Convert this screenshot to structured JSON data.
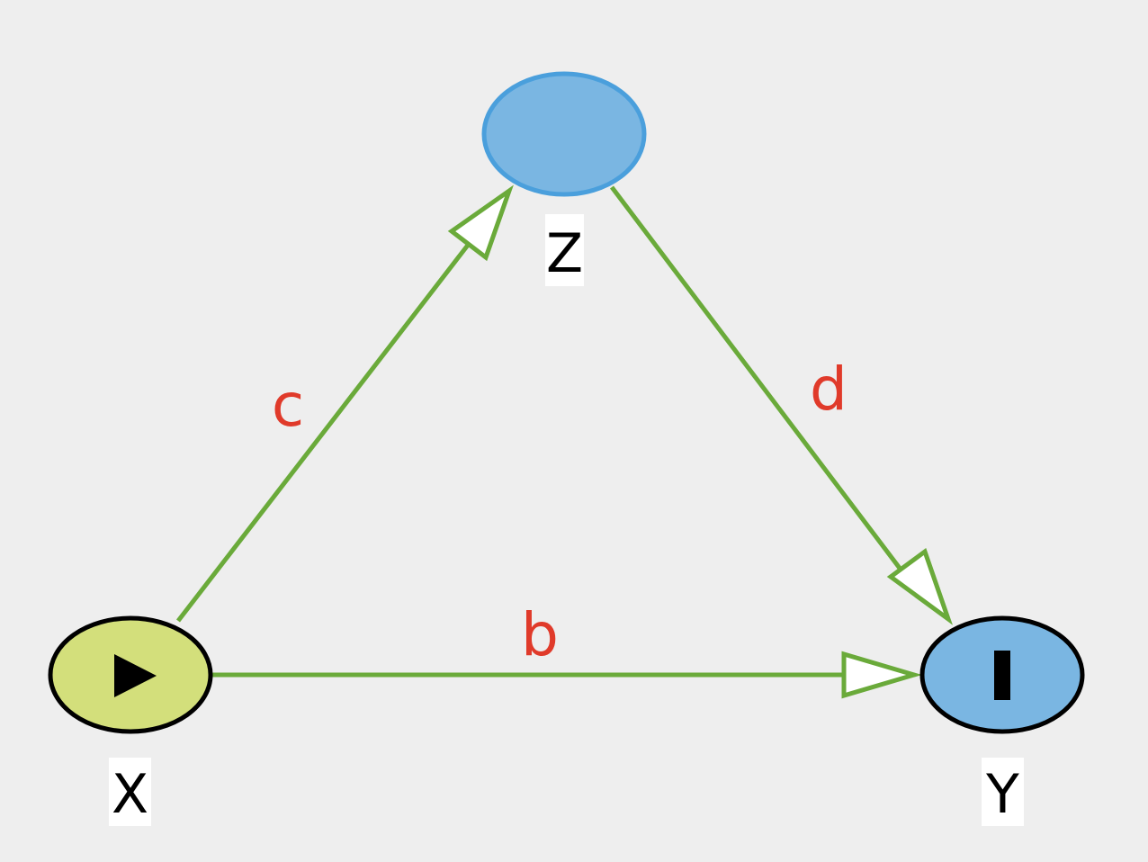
{
  "colors": {
    "background": "#eeeeee",
    "edge": "#6aaa3a",
    "edge_label": "#e03a2a",
    "exposure_fill": "#d3df7b",
    "exposure_stroke": "#000000",
    "outcome_fill": "#7ab6e2",
    "outcome_stroke": "#000000",
    "other_fill": "#7ab6e2",
    "other_stroke": "#4a9fdc",
    "label_bg": "#ffffff"
  },
  "nodes": {
    "x": {
      "label": "X",
      "role": "exposure",
      "icon": "play-icon"
    },
    "y": {
      "label": "Y",
      "role": "outcome",
      "icon": "bar-icon"
    },
    "z": {
      "label": "Z",
      "role": "other"
    }
  },
  "edges": {
    "xy": {
      "from": "X",
      "to": "Y",
      "label": "b"
    },
    "xz": {
      "from": "X",
      "to": "Z",
      "label": "c"
    },
    "zy": {
      "from": "Z",
      "to": "Y",
      "label": "d"
    }
  }
}
